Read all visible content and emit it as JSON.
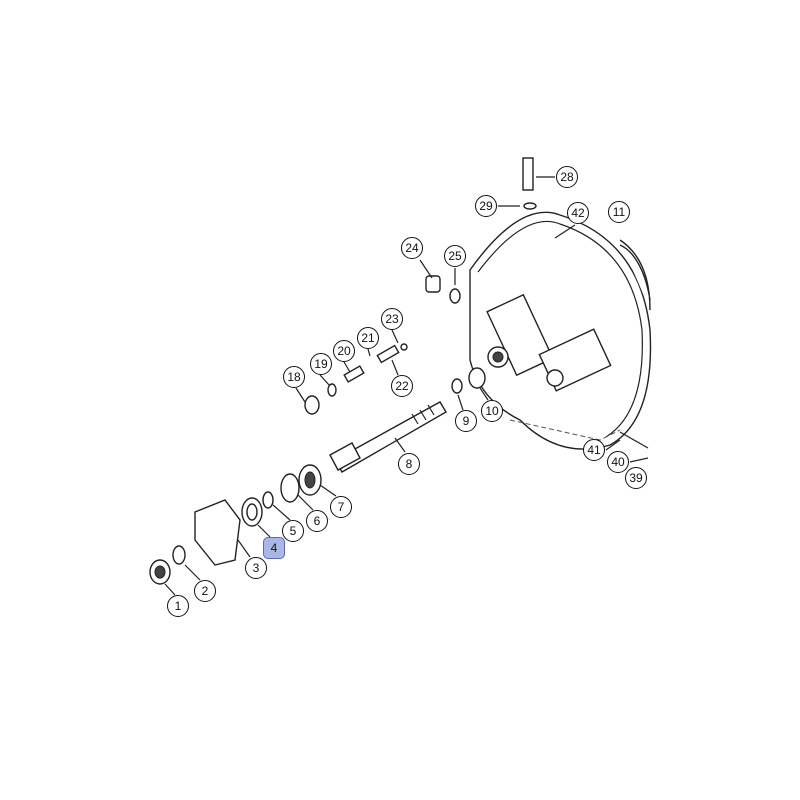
{
  "diagram": {
    "callouts": [
      {
        "label": "1"
      },
      {
        "label": "2"
      },
      {
        "label": "3"
      },
      {
        "label": "4",
        "selected": true
      },
      {
        "label": "5"
      },
      {
        "label": "6"
      },
      {
        "label": "7"
      },
      {
        "label": "8"
      },
      {
        "label": "9"
      },
      {
        "label": "10"
      },
      {
        "label": "11"
      },
      {
        "label": "18"
      },
      {
        "label": "19"
      },
      {
        "label": "20"
      },
      {
        "label": "21"
      },
      {
        "label": "22"
      },
      {
        "label": "23"
      },
      {
        "label": "24"
      },
      {
        "label": "25"
      },
      {
        "label": "28"
      },
      {
        "label": "29"
      },
      {
        "label": "39"
      },
      {
        "label": "40"
      },
      {
        "label": "41"
      },
      {
        "label": "42"
      }
    ],
    "highlight_color": "#aab6e4"
  }
}
